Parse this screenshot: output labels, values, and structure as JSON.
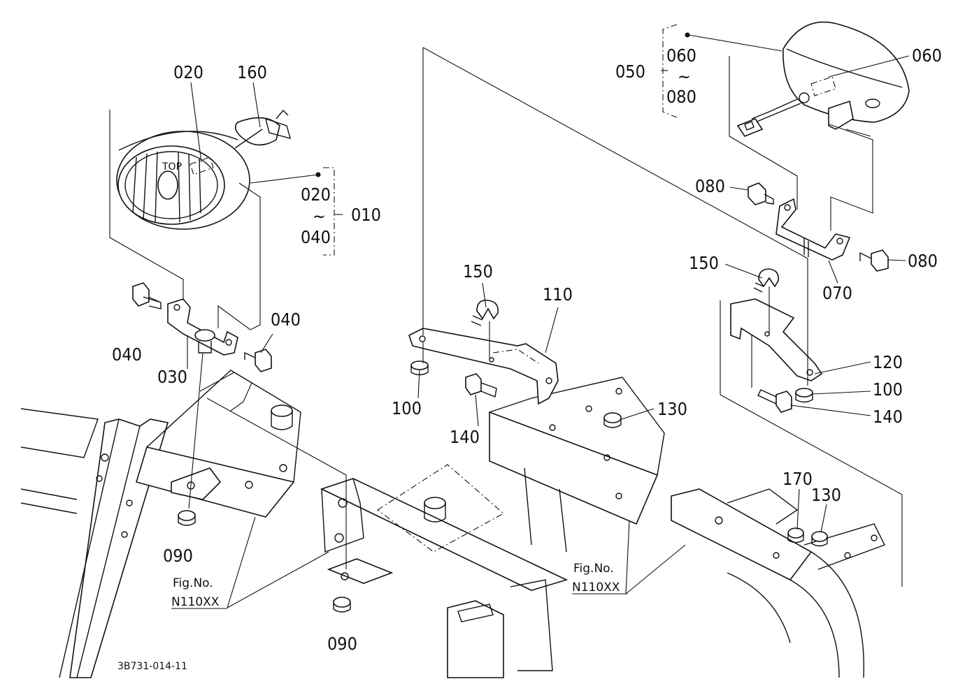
{
  "diagram_code": "3B731-014-11",
  "labels": {
    "p020_top": "020",
    "p160": "160",
    "p020_range_start": "020",
    "p040_range_end": "040",
    "p010": "010",
    "p040_right": "040",
    "p040_left": "040",
    "p030": "030",
    "p090_left": "090",
    "p090_center": "090",
    "p050": "050",
    "p060_range_start": "060",
    "p080_range_end": "080",
    "p060_right": "060",
    "p080_left": "080",
    "p080_right": "080",
    "p070": "070",
    "p150_center": "150",
    "p110": "110",
    "p100_center": "100",
    "p140_center": "140",
    "p150_right": "150",
    "p120": "120",
    "p100_right": "100",
    "p140_right": "140",
    "p130_center": "130",
    "p170": "170",
    "p130_right": "130",
    "tilde_left": "~",
    "tilde_right": "~"
  },
  "fig_refs": {
    "left": {
      "line1": "Fig.No.",
      "line2": "N110XX"
    },
    "center": {
      "line1": "Fig.No.",
      "line2": "N110XX"
    }
  },
  "lamp_marking": "TOP"
}
